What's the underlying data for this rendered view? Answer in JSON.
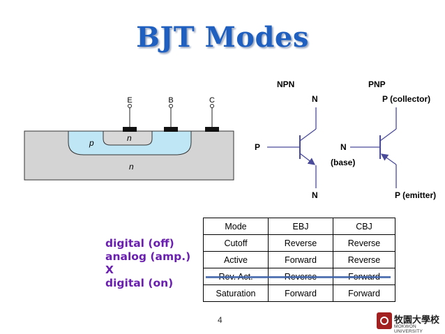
{
  "slide": {
    "title": "BJT Modes",
    "page_number": "4"
  },
  "cross_section": {
    "terminals": [
      "E",
      "B",
      "C"
    ],
    "regions": {
      "base": "p",
      "emitter": "n",
      "collector": "n"
    }
  },
  "symbols": {
    "npn": {
      "heading": "NPN",
      "collector": "N",
      "base": "P",
      "emitter": "N"
    },
    "pnp": {
      "heading": "PNP",
      "collector": "P (collector)",
      "base": "N",
      "base_note": "(base)",
      "emitter": "P (emitter)"
    }
  },
  "modes_list": [
    "digital (off)",
    "analog (amp.)",
    "X",
    "digital (on)"
  ],
  "mode_table": {
    "headers": [
      "Mode",
      "EBJ",
      "CBJ"
    ],
    "rows": [
      [
        "Cutoff",
        "Reverse",
        "Reverse"
      ],
      [
        "Active",
        "Forward",
        "Reverse"
      ],
      [
        "Rev. Act.",
        "Reverse",
        "Forward"
      ],
      [
        "Saturation",
        "Forward",
        "Forward"
      ]
    ]
  },
  "logo": {
    "name": "牧園大學校",
    "subtitle": "MOKWON UNIVERSITY"
  }
}
